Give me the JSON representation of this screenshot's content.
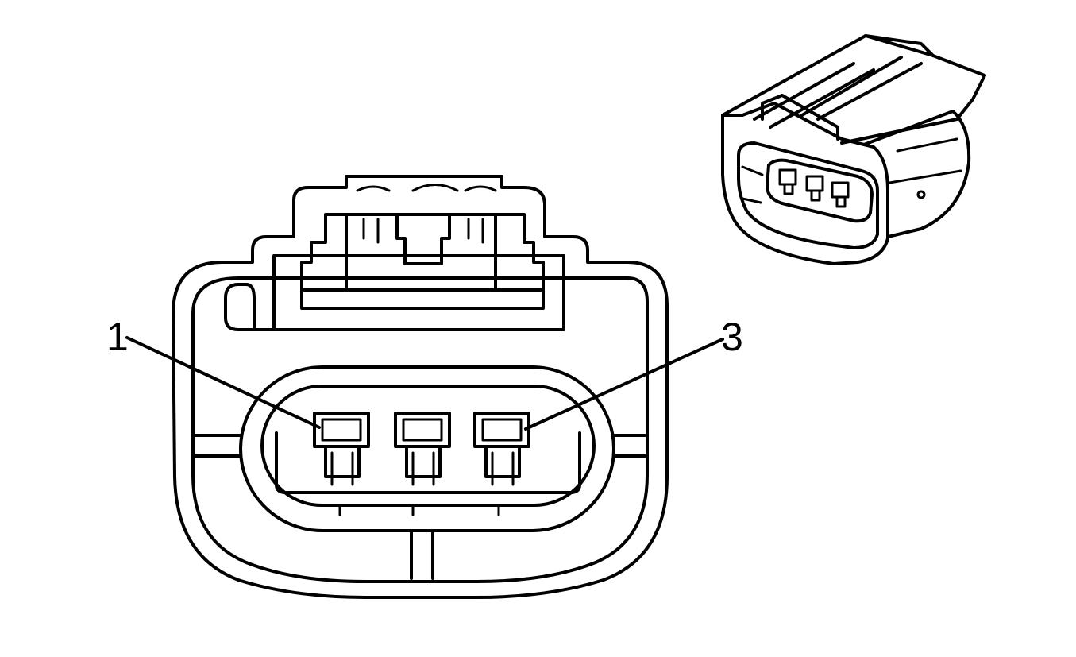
{
  "figure": {
    "front_view": {
      "pin_count": 3
    },
    "callouts": [
      {
        "id": "pin1",
        "label": "1"
      },
      {
        "id": "pin3",
        "label": "3"
      }
    ],
    "colors": {
      "line": "#000000",
      "background": "#ffffff"
    }
  }
}
